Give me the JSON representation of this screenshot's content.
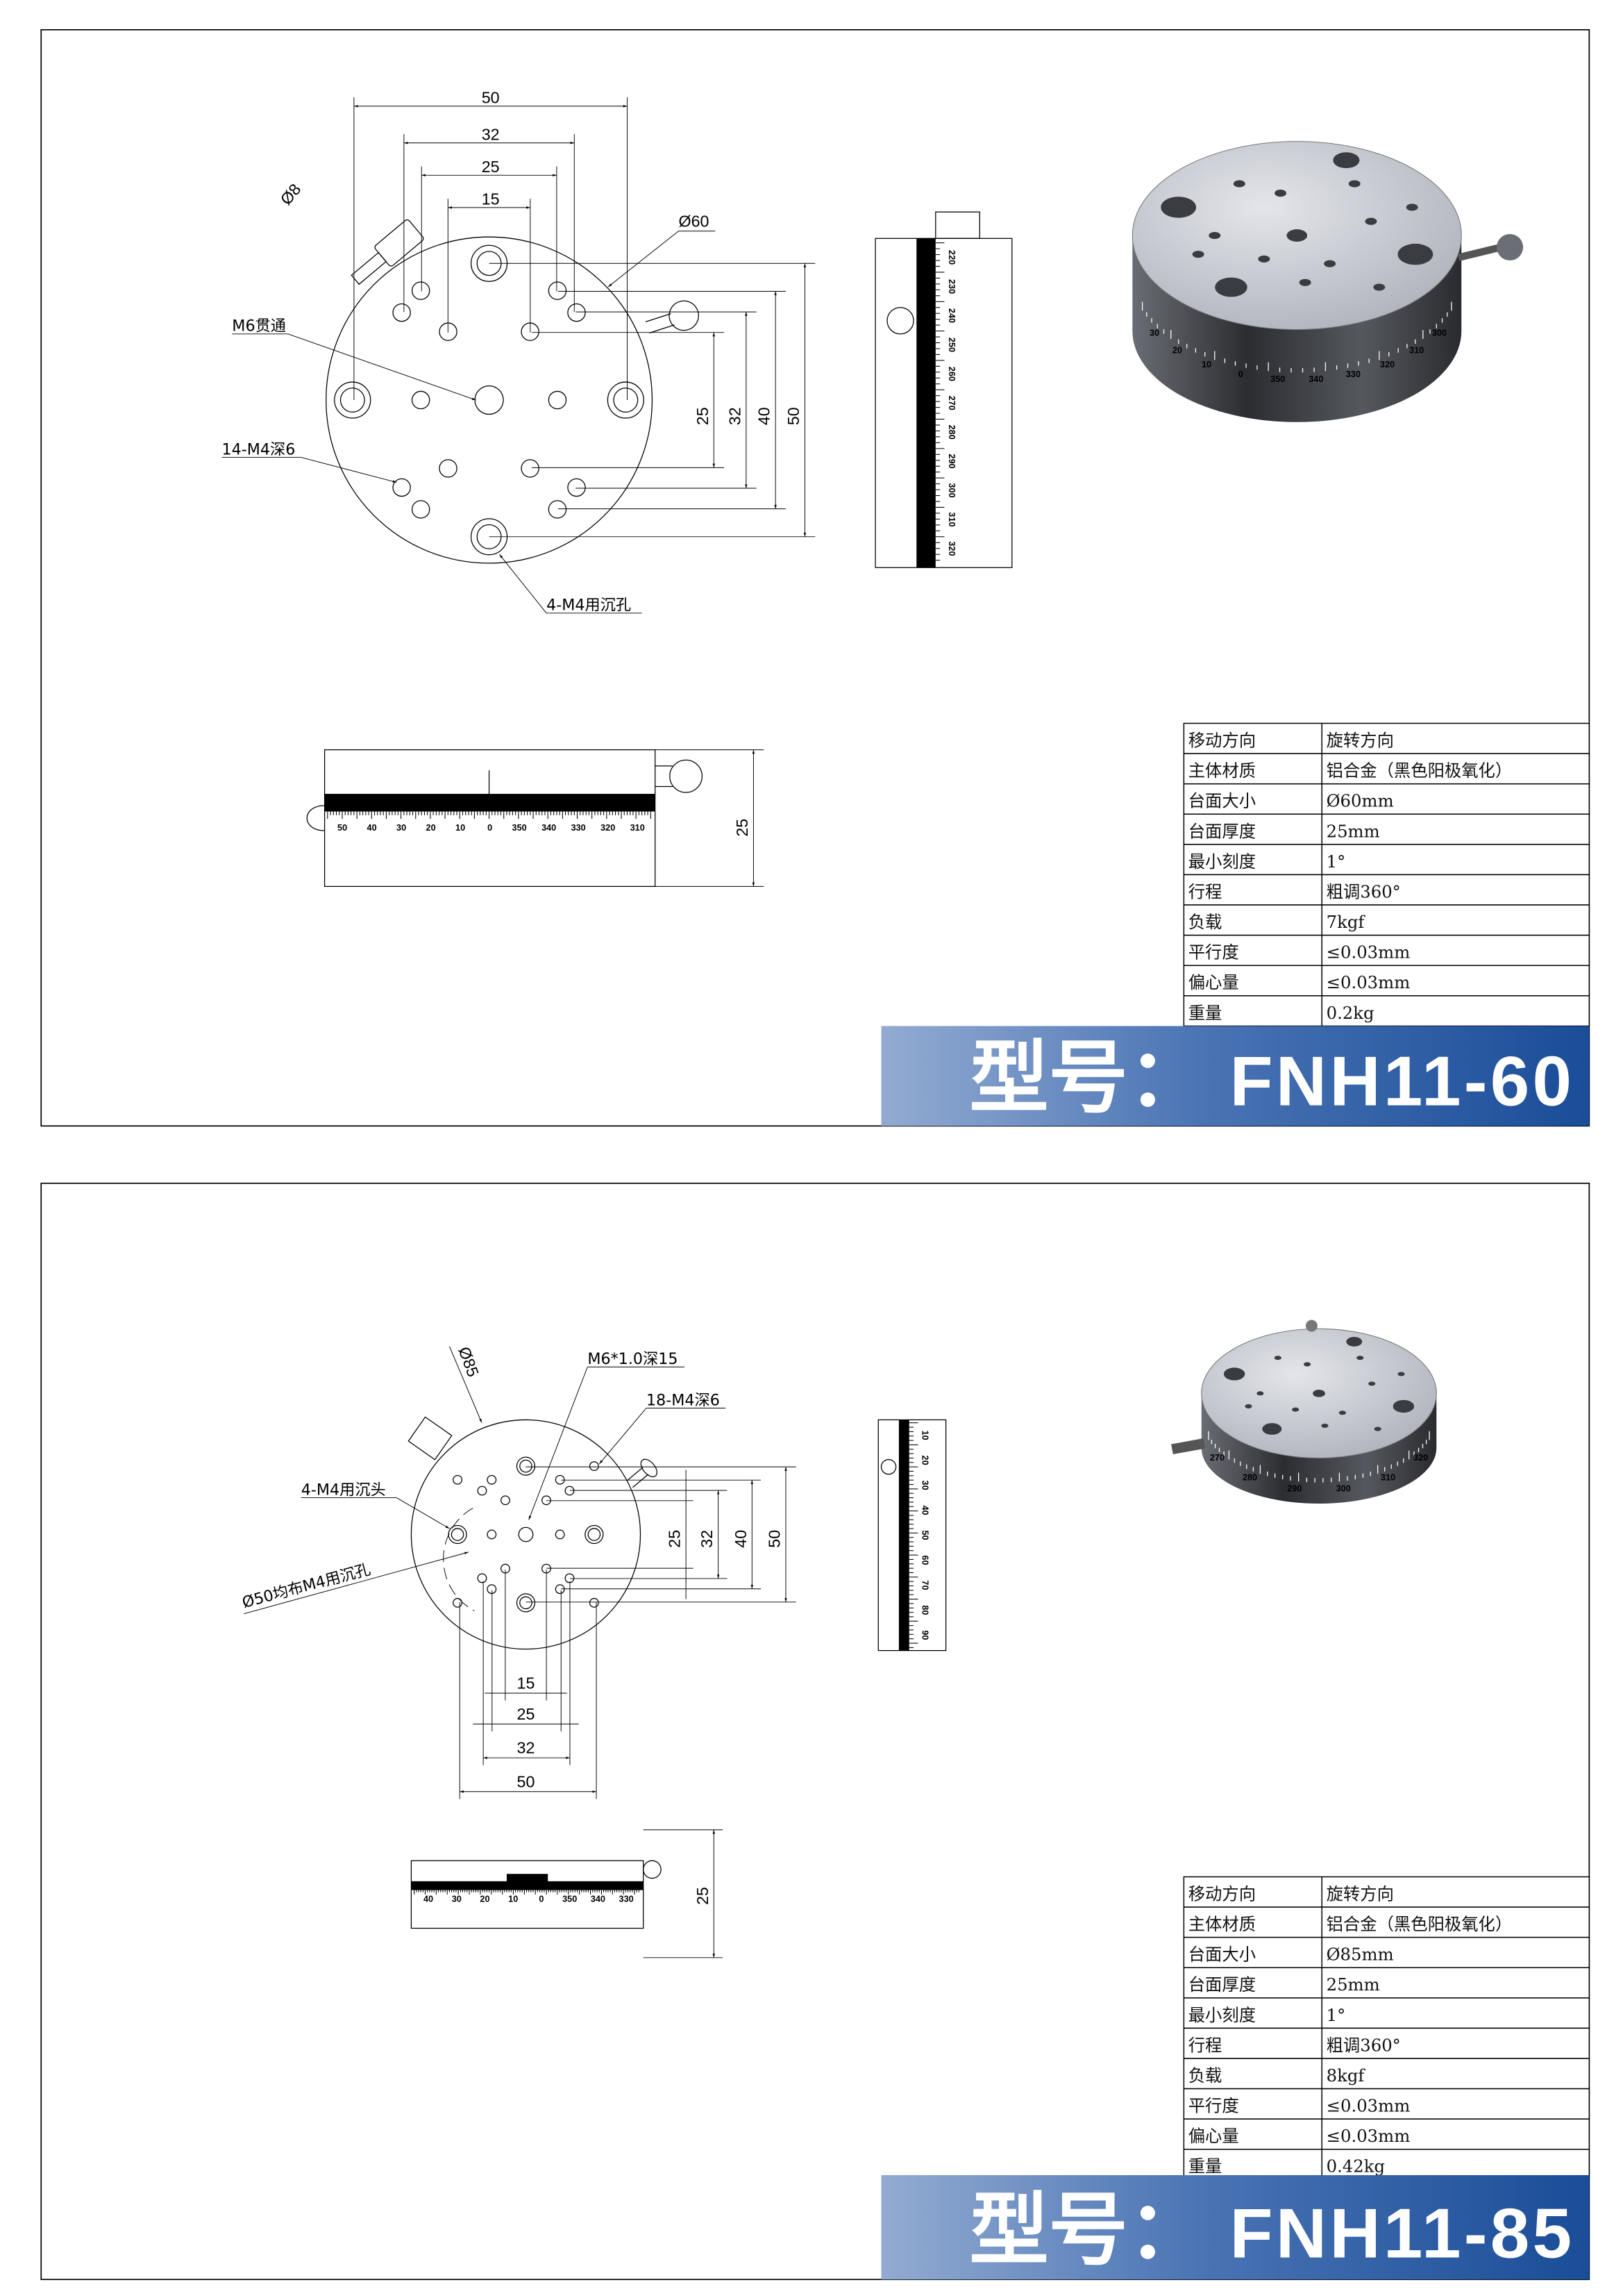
{
  "panels": [
    {
      "model_prefix": "型号：",
      "model": "FNH11-60",
      "top_view": {
        "dims_horizontal": [
          "50",
          "32",
          "25",
          "15"
        ],
        "dims_vertical": [
          "25",
          "32",
          "40",
          "50"
        ],
        "knob_dia": "Ø8",
        "plate_dia": "Ø60",
        "callout_center": "M6贯通",
        "callout_holes": "14-M4深6",
        "callout_counterbore": "4-M4用沉孔"
      },
      "side_scale": [
        "220",
        "230",
        "240",
        "250",
        "260",
        "270",
        "280",
        "290",
        "300",
        "310",
        "320"
      ],
      "front_scale": [
        "50",
        "40",
        "30",
        "20",
        "10",
        "0",
        "350",
        "340",
        "330",
        "320",
        "310"
      ],
      "front_height": "25",
      "render_scale": [
        "30",
        "20",
        "10",
        "0",
        "350",
        "340",
        "330",
        "320",
        "310",
        "300"
      ],
      "specs": [
        {
          "k": "移动方向",
          "v": "旋转方向"
        },
        {
          "k": "主体材质",
          "v": "铝合金（黑色阳极氧化）"
        },
        {
          "k": "台面大小",
          "v": "Ø60mm"
        },
        {
          "k": "台面厚度",
          "v": "25mm"
        },
        {
          "k": "最小刻度",
          "v": "1°"
        },
        {
          "k": "行程",
          "v": "粗调360°"
        },
        {
          "k": "负载",
          "v": "7kgf"
        },
        {
          "k": "平行度",
          "v": "≤0.03mm"
        },
        {
          "k": "偏心量",
          "v": "≤0.03mm"
        },
        {
          "k": "重量",
          "v": "0.2kg"
        }
      ]
    },
    {
      "model_prefix": "型号：",
      "model": "FNH11-85",
      "top_view": {
        "dims_horizontal": [
          "15",
          "25",
          "32",
          "50"
        ],
        "dims_vertical": [
          "25",
          "32",
          "40",
          "50"
        ],
        "plate_dia": "Ø85",
        "callout_center": "M6*1.0深15",
        "callout_holes": "18-M4深6",
        "callout_counterbore": "4-M4用沉头",
        "callout_pcd": "Ø50均布M4用沉孔"
      },
      "side_scale": [
        "10",
        "20",
        "30",
        "40",
        "50",
        "60",
        "70",
        "80",
        "90"
      ],
      "front_scale": [
        "40",
        "30",
        "20",
        "10",
        "0",
        "350",
        "340",
        "330"
      ],
      "front_height": "25",
      "render_scale": [
        "270",
        "280",
        "290",
        "300",
        "310",
        "320"
      ],
      "specs": [
        {
          "k": "移动方向",
          "v": "旋转方向"
        },
        {
          "k": "主体材质",
          "v": "铝合金（黑色阳极氧化）"
        },
        {
          "k": "台面大小",
          "v": "Ø85mm"
        },
        {
          "k": "台面厚度",
          "v": "25mm"
        },
        {
          "k": "最小刻度",
          "v": "1°"
        },
        {
          "k": "行程",
          "v": "粗调360°"
        },
        {
          "k": "负载",
          "v": "8kgf"
        },
        {
          "k": "平行度",
          "v": "≤0.03mm"
        },
        {
          "k": "偏心量",
          "v": "≤0.03mm"
        },
        {
          "k": "重量",
          "v": "0.42kg"
        }
      ]
    }
  ],
  "colors": {
    "banner_light": "#93abd2",
    "banner_dark": "#1a4d98",
    "stage_top": "#c9ccd3",
    "stage_side": "#3c3e44"
  }
}
